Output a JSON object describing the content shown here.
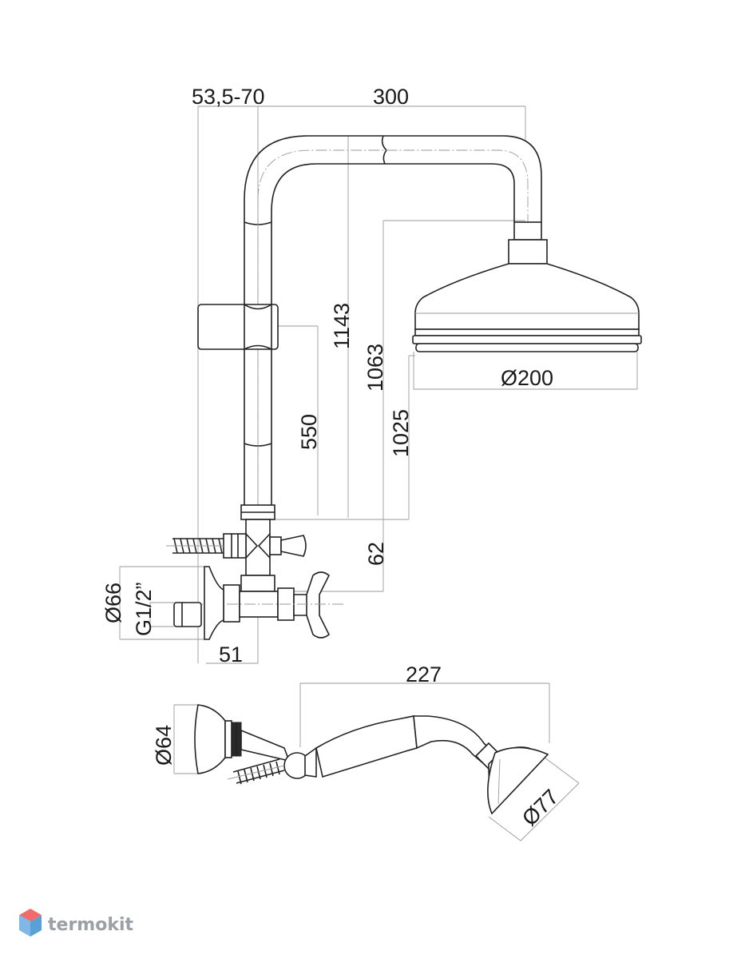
{
  "dimensions": {
    "wall_offset": "53,5-70",
    "arm_length": "300",
    "total_height": "1143",
    "head_height": "1063",
    "rail_top": "1025",
    "holder_height": "550",
    "valve_offset": "62",
    "shower_head_diameter": "Ø200",
    "flange_diameter": "Ø66",
    "thread": "G1/2”",
    "valve_depth": "51",
    "hand_shower_length": "227",
    "hand_holder_diameter": "Ø64",
    "hand_head_diameter": "Ø77"
  },
  "brand": {
    "name": "termokit",
    "colors": {
      "top": "#f26b6b",
      "left": "#7fb8e6",
      "right": "#5a9fd6"
    }
  }
}
